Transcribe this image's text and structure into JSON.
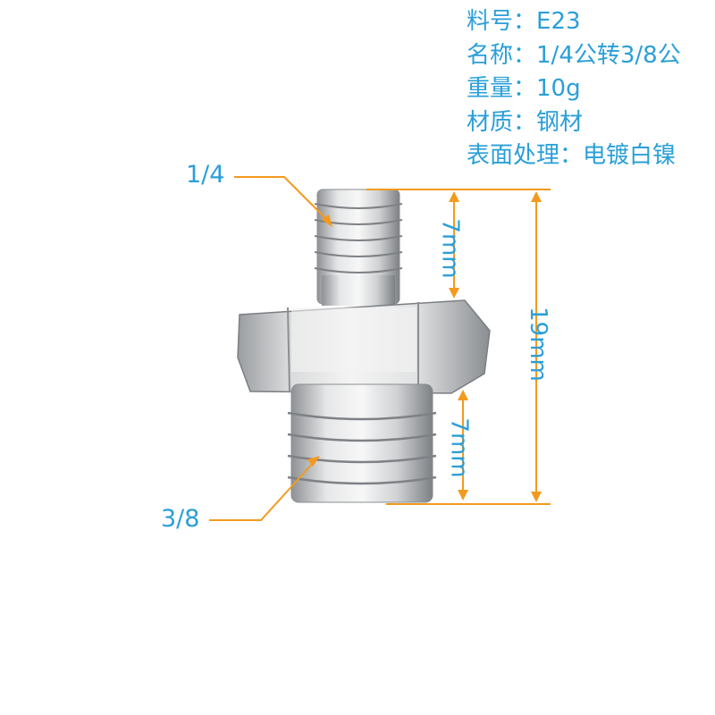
{
  "specs": [
    {
      "key": "料号：",
      "value": "E23"
    },
    {
      "key": "名称：",
      "value": "1/4公转3/8公"
    },
    {
      "key": "重量：",
      "value": "10g"
    },
    {
      "key": "材质：",
      "value": "钢材"
    },
    {
      "key": "表面处理：",
      "value": "电镀白镍"
    }
  ],
  "callouts": {
    "top": "1/4",
    "bottom": "3/8"
  },
  "dimensions": {
    "top_thread": "7mm",
    "bottom_thread": "7mm",
    "total": "19mm"
  },
  "colors": {
    "text": "#2a9fd8",
    "dimension_line": "#f39a1e",
    "metal": "#c9cbcd"
  }
}
